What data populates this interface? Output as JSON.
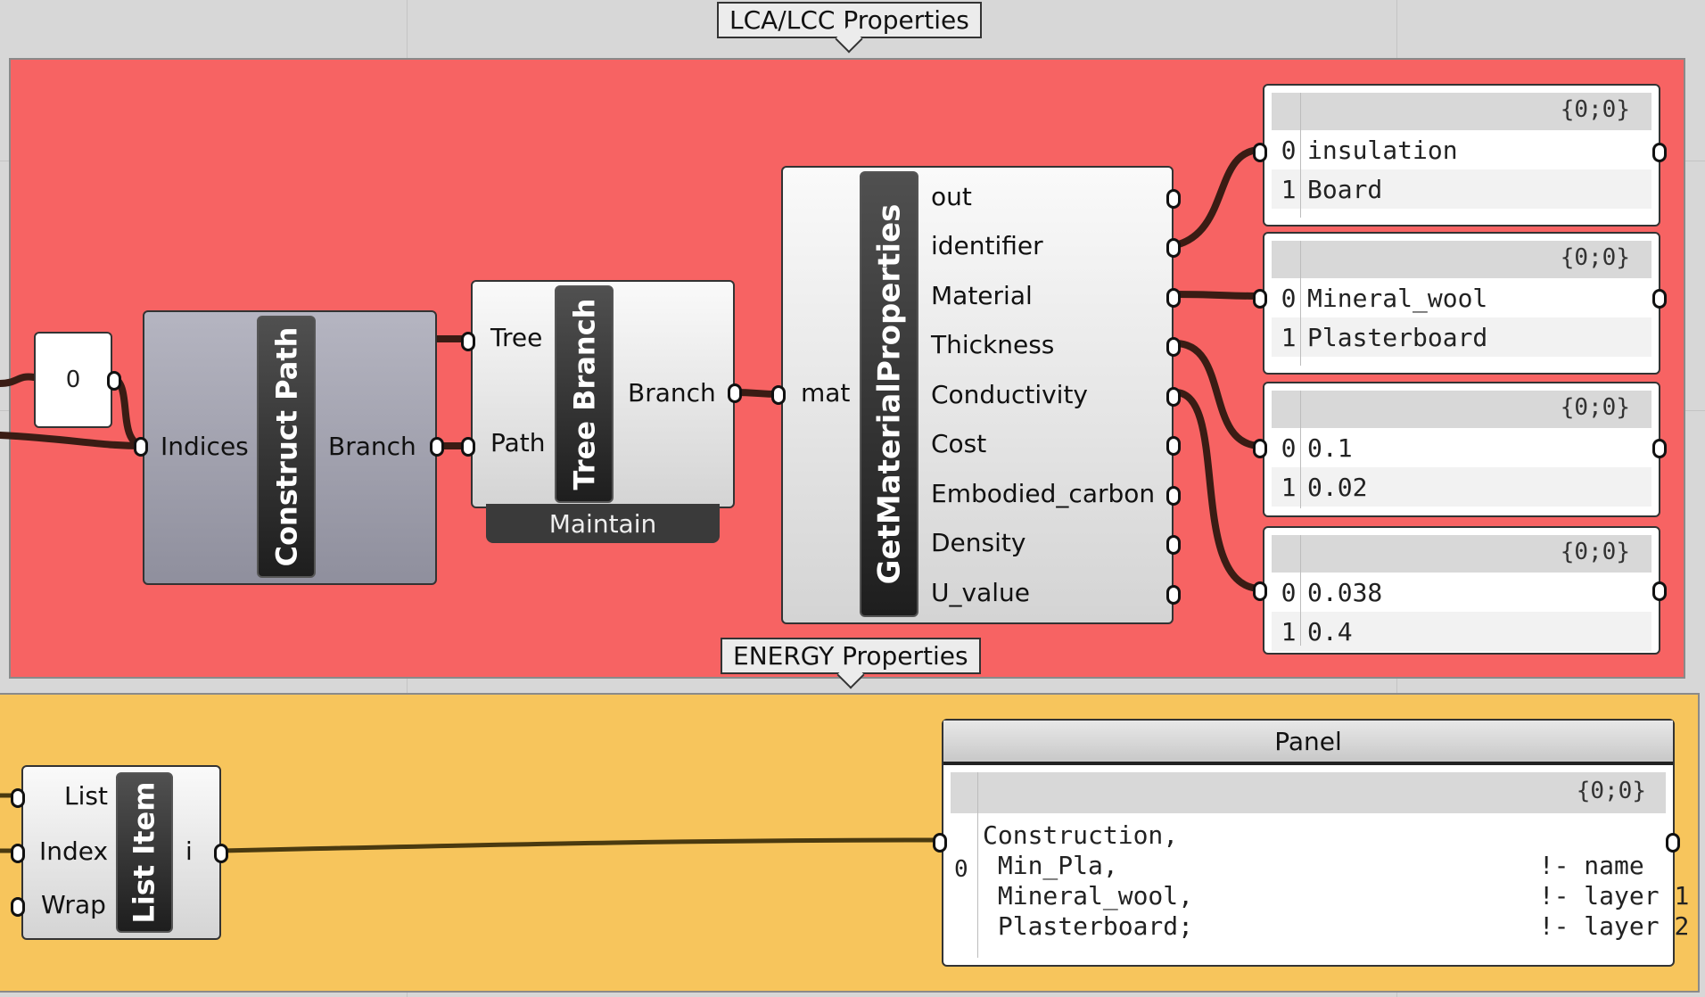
{
  "groups": {
    "lca_label": "LCA/LCC Properties",
    "energy_label": "ENERGY Properties",
    "lca_color": "#f76363",
    "energy_color": "#f7c55c"
  },
  "number_slider": {
    "value": "0"
  },
  "construct_path": {
    "title": "Construct Path",
    "input": "Indices",
    "output": "Branch"
  },
  "tree_branch": {
    "title": "Tree Branch",
    "inputs": [
      "Tree",
      "Path"
    ],
    "output": "Branch",
    "footer": "Maintain"
  },
  "get_material": {
    "title": "GetMaterialProperties",
    "input": "mat",
    "outputs": [
      "out",
      "identifier",
      "Material",
      "Thickness",
      "Conductivity",
      "Cost",
      "Embodied_carbon",
      "Density",
      "U_value"
    ]
  },
  "panels": [
    {
      "path": "{0;0}",
      "rows": [
        [
          "0",
          "insulation"
        ],
        [
          "1",
          "Board"
        ]
      ]
    },
    {
      "path": "{0;0}",
      "rows": [
        [
          "0",
          "Mineral_wool"
        ],
        [
          "1",
          "Plasterboard"
        ]
      ]
    },
    {
      "path": "{0;0}",
      "rows": [
        [
          "0",
          "0.1"
        ],
        [
          "1",
          "0.02"
        ]
      ]
    },
    {
      "path": "{0;0}",
      "rows": [
        [
          "0",
          "0.038"
        ],
        [
          "1",
          "0.4"
        ]
      ]
    }
  ],
  "list_item": {
    "title": "List Item",
    "inputs": [
      "List",
      "Index",
      "Wrap"
    ],
    "output": "i"
  },
  "energy_panel": {
    "title": "Panel",
    "path": "{0;0}",
    "index": "0",
    "lines": [
      "Construction,",
      " Min_Pla,                            !- name",
      " Mineral_wool,                       !- layer 1",
      " Plasterboard;                       !- layer 2"
    ]
  }
}
